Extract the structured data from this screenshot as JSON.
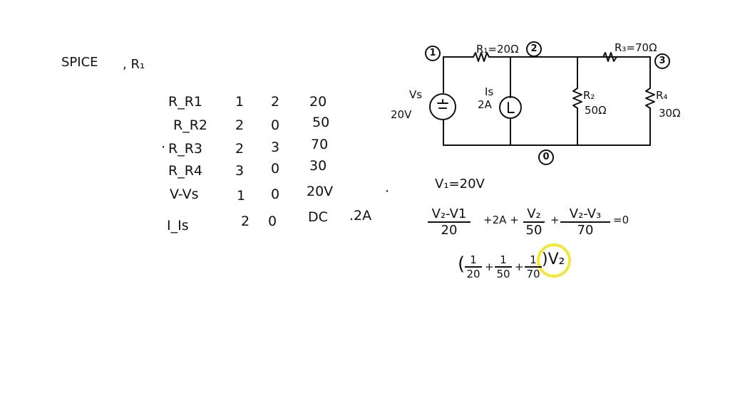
{
  "header": {
    "spice": "SPICE",
    "comma_r1": ", R₁"
  },
  "netlist": [
    {
      "name": "R_R1",
      "n1": "1",
      "n2": "2",
      "value": "20"
    },
    {
      "name": "R_R2",
      "n1": "2",
      "n2": "0",
      "value": "50"
    },
    {
      "name": "R_R3",
      "n1": "2",
      "n2": "3",
      "value": "70"
    },
    {
      "name": "R_R4",
      "n1": "3",
      "n2": "0",
      "value": "30"
    },
    {
      "name": "V-Vs",
      "n1": "1",
      "n2": "0",
      "value": "20V"
    },
    {
      "name": "I_Is",
      "n1": "2",
      "n2": "0",
      "value": "DC",
      "extra": ".2A"
    }
  ],
  "circuit": {
    "nodes": [
      "1",
      "2",
      "3",
      "0"
    ],
    "r1_label": "R₁=20Ω",
    "r3_label": "R₃=70Ω",
    "vs_label": "Vs",
    "vs_value": "20V",
    "is_label": "Is",
    "is_value": "2A",
    "r2_label": "R₂",
    "r2_value": "50Ω",
    "r4_label": "R₄",
    "r4_value": "30Ω"
  },
  "equations": {
    "v1": "V₁=20V",
    "eq1": {
      "t1_num": "V₂-V1",
      "t1_den": "20",
      "plus1": "+2A +",
      "t2_num": "V₂",
      "t2_den": "50",
      "plus2": "+",
      "t3_num": "V₂-V₃",
      "t3_den": "70",
      "rhs": "=0"
    },
    "eq2": {
      "open": "(",
      "a_num": "1",
      "a_den": "20",
      "plus1": "+",
      "b_num": "1",
      "b_den": "50",
      "plus2": "+",
      "c_num": "1",
      "c_den": "70",
      "close": ")V₂"
    }
  },
  "colors": {
    "ink": "#111111",
    "highlight": "#f5e63a",
    "background": "#ffffff"
  }
}
